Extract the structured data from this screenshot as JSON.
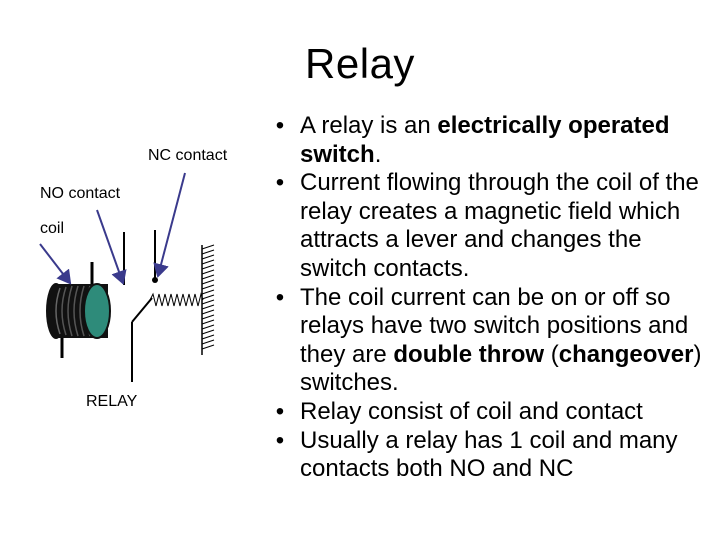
{
  "slide": {
    "title": "Relay"
  },
  "diagram": {
    "labels": {
      "nc_contact": "NC contact",
      "no_contact": "NO contact",
      "coil": "coil",
      "relay": "RELAY"
    },
    "colors": {
      "coil_front": "#2e8b7a",
      "coil_body": "#111111",
      "arrow": "#3a3a8c"
    }
  },
  "bullets": [
    {
      "parts": [
        {
          "text": "A relay is an "
        },
        {
          "text": "electrically operated switch",
          "bold": true
        },
        {
          "text": "."
        }
      ]
    },
    {
      "parts": [
        {
          "text": "Current flowing through the coil of the relay creates a magnetic field which attracts a lever and changes the switch contacts."
        }
      ]
    },
    {
      "parts": [
        {
          "text": "The coil current can be on or off so relays have two switch positions and they are "
        },
        {
          "text": "double throw",
          "bold": true
        },
        {
          "text": " ("
        },
        {
          "text": "changeover",
          "bold": true
        },
        {
          "text": ") switches."
        }
      ]
    },
    {
      "parts": [
        {
          "text": "Relay consist of coil and contact"
        }
      ]
    },
    {
      "parts": [
        {
          "text": "Usually a relay has 1 coil and many contacts both NO and NC"
        }
      ]
    }
  ],
  "bullet_symbol": "•"
}
